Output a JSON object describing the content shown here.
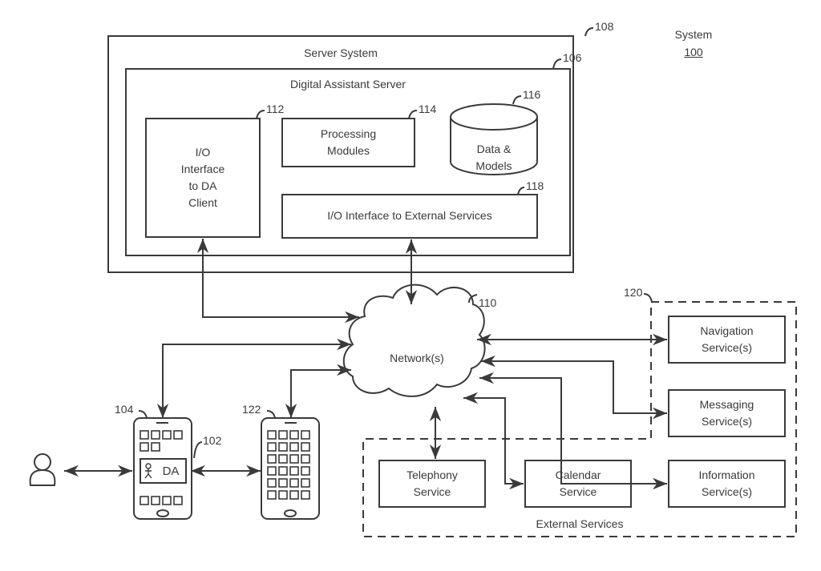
{
  "figure": {
    "system_label": "System",
    "system_number": "100"
  },
  "server_system": {
    "title": "Server System",
    "ref": "108"
  },
  "da_server": {
    "title": "Digital Assistant Server",
    "ref": "106"
  },
  "io_client": {
    "label": "I/O\nInterface\nto DA\nClient",
    "ref": "112"
  },
  "processing": {
    "label": "Processing\nModules",
    "ref": "114"
  },
  "data_models": {
    "label": "Data &\nModels",
    "ref": "116"
  },
  "io_external": {
    "label": "I/O Interface to External Services",
    "ref": "118"
  },
  "network": {
    "label": "Network(s)",
    "ref": "110"
  },
  "external_services": {
    "title": "External Services",
    "ref": "120",
    "items": [
      {
        "label": "Navigation\nService(s)"
      },
      {
        "label": "Messaging\nService(s)"
      },
      {
        "label": "Telephony\nService"
      },
      {
        "label": "Calendar\nService"
      },
      {
        "label": "Information\nService(s)"
      }
    ]
  },
  "devices": {
    "user_device": {
      "ref": "104"
    },
    "da_client": {
      "label": "DA",
      "ref": "102"
    },
    "second_device": {
      "ref": "122"
    }
  },
  "colors": {
    "line": "#3a3a3a",
    "background": "#ffffff"
  }
}
